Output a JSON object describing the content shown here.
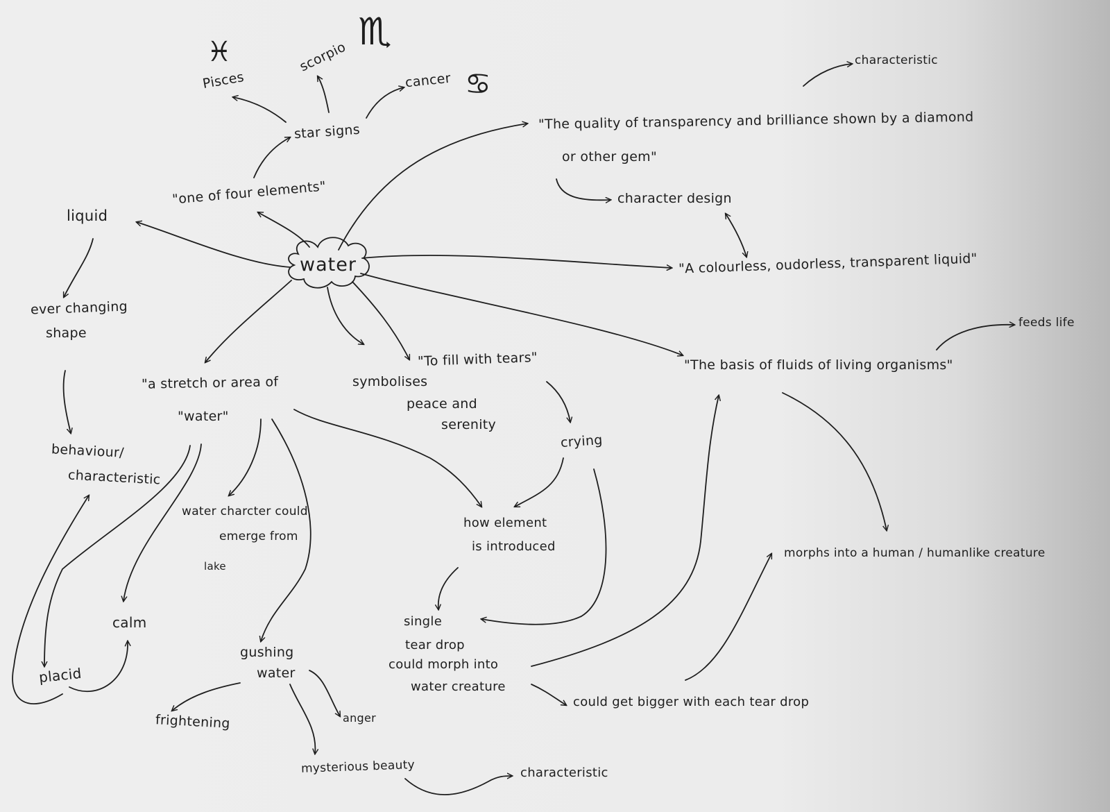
{
  "map": {
    "center": "water",
    "star_signs": {
      "label": "star signs",
      "pisces": "Pisces",
      "scorpio": "scorpio",
      "cancer": "cancer",
      "pisces_symbol": "♓",
      "scorpio_symbol": "♏",
      "cancer_symbol": "♋"
    },
    "one_of_four": "\"one of four elements\"",
    "liquid": "liquid",
    "ever_changing": [
      "ever changing",
      "shape"
    ],
    "behaviour": [
      "behaviour/",
      "characteristic"
    ],
    "placid": "placid",
    "calm": "calm",
    "stretch": [
      "\"a stretch or area of",
      "\"water\""
    ],
    "water_character": [
      "water charcter could",
      "emerge from",
      "lake"
    ],
    "gushing": [
      "gushing",
      "water"
    ],
    "frightening": "frightening",
    "anger": "anger",
    "mysterious": "mysterious beauty",
    "characteristic_bottom": "characteristic",
    "symbolises": [
      "symbolises",
      "peace and",
      "serenity"
    ],
    "fill_tears": "\"To fill with tears\"",
    "crying": "crying",
    "how_element": [
      "how element",
      "is introduced"
    ],
    "single_tear": [
      "single",
      "tear drop",
      "could morph into",
      "water creature"
    ],
    "bigger": "could get bigger with each tear drop",
    "morphs": "morphs into a human / humanlike creature",
    "quality": [
      "\"The quality of transparency and brilliance shown by a diamond",
      "or other gem\""
    ],
    "characteristic_top": "characteristic",
    "character_design": "character design",
    "colourless": "\"A colourless, oudorless, transparent liquid\"",
    "basis": "\"The basis of fluids of living organisms\"",
    "feeds_life": "feeds life"
  }
}
